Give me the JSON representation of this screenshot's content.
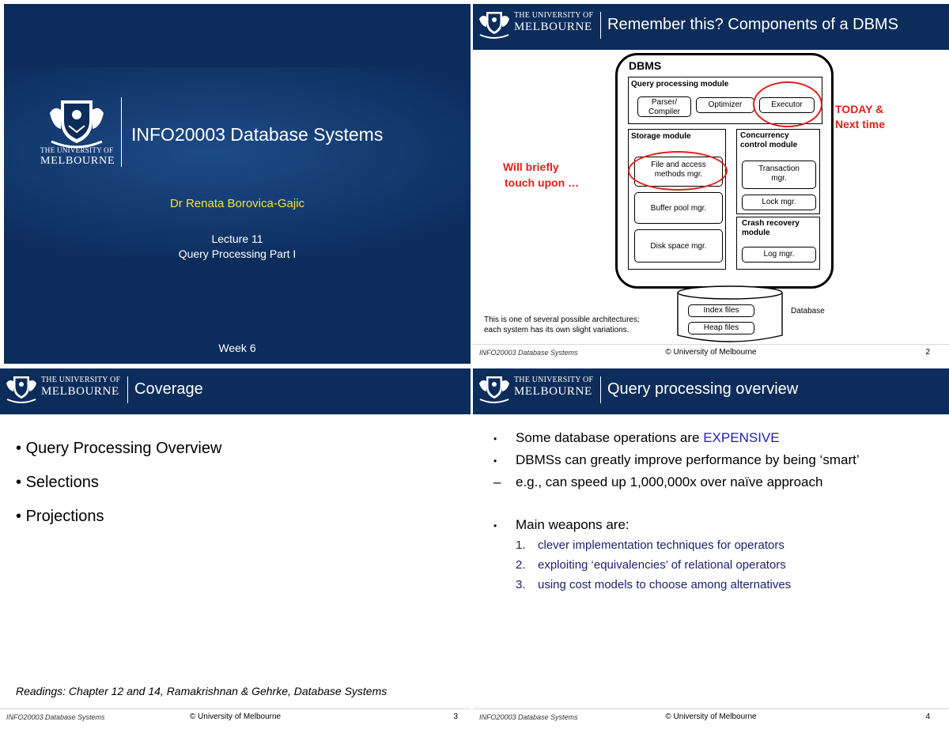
{
  "branding": {
    "university_line1": "THE UNIVERSITY OF",
    "university_line2": "MELBOURNE"
  },
  "footer": {
    "course": "INFO20003 Database Systems",
    "copyright": "© University of Melbourne"
  },
  "slide1": {
    "title": "INFO20003 Database Systems",
    "author": "Dr Renata Borovica-Gajic",
    "lecture": "Lecture 11",
    "topic": "Query Processing Part I",
    "week": "Week 6"
  },
  "slide2": {
    "title": "Remember this? Components of a DBMS",
    "page": "2",
    "diagram": {
      "dbms": "DBMS",
      "query_module": "Query processing module",
      "parser": "Parser/ Compiler",
      "optimizer": "Optimizer",
      "executor": "Executor",
      "storage_module": "Storage module",
      "file_access": "File and access methods mgr.",
      "buffer_pool": "Buffer pool mgr.",
      "disk_space": "Disk space mgr.",
      "concurrency": "Concurrency control module",
      "transaction": "Transaction mgr.",
      "lock": "Lock mgr.",
      "crash_recovery": "Crash recovery module",
      "log": "Log mgr.",
      "index_files": "Index files",
      "heap_files": "Heap files",
      "database": "Database"
    },
    "annotations": {
      "today_line1": "TODAY &",
      "today_line2": "Next time",
      "briefly_line1": "Will briefly",
      "briefly_line2": "touch upon …"
    },
    "note_line1": "This is one of several possible architectures;",
    "note_line2": "each system has its own slight variations."
  },
  "slide3": {
    "title": "Coverage",
    "page": "3",
    "items": [
      "Query Processing Overview",
      "Selections",
      "Projections"
    ],
    "readings": "Readings: Chapter 12 and 14, Ramakrishnan & Gehrke, Database Systems"
  },
  "slide4": {
    "title": "Query processing overview",
    "page": "4",
    "bullet1_prefix": "Some database operations are ",
    "bullet1_emph": "EXPENSIVE",
    "bullet2": "DBMSs can greatly improve performance by being ‘smart’",
    "sub_bullet": "e.g., can speed up 1,000,000x over naïve approach",
    "bullet3": "Main weapons are:",
    "weapons": [
      {
        "num": "1.",
        "text": "clever implementation techniques for operators"
      },
      {
        "num": "2.",
        "text": "exploiting ‘equivalencies’ of relational operators"
      },
      {
        "num": "3.",
        "text": "using cost models to choose among alternatives"
      }
    ]
  }
}
